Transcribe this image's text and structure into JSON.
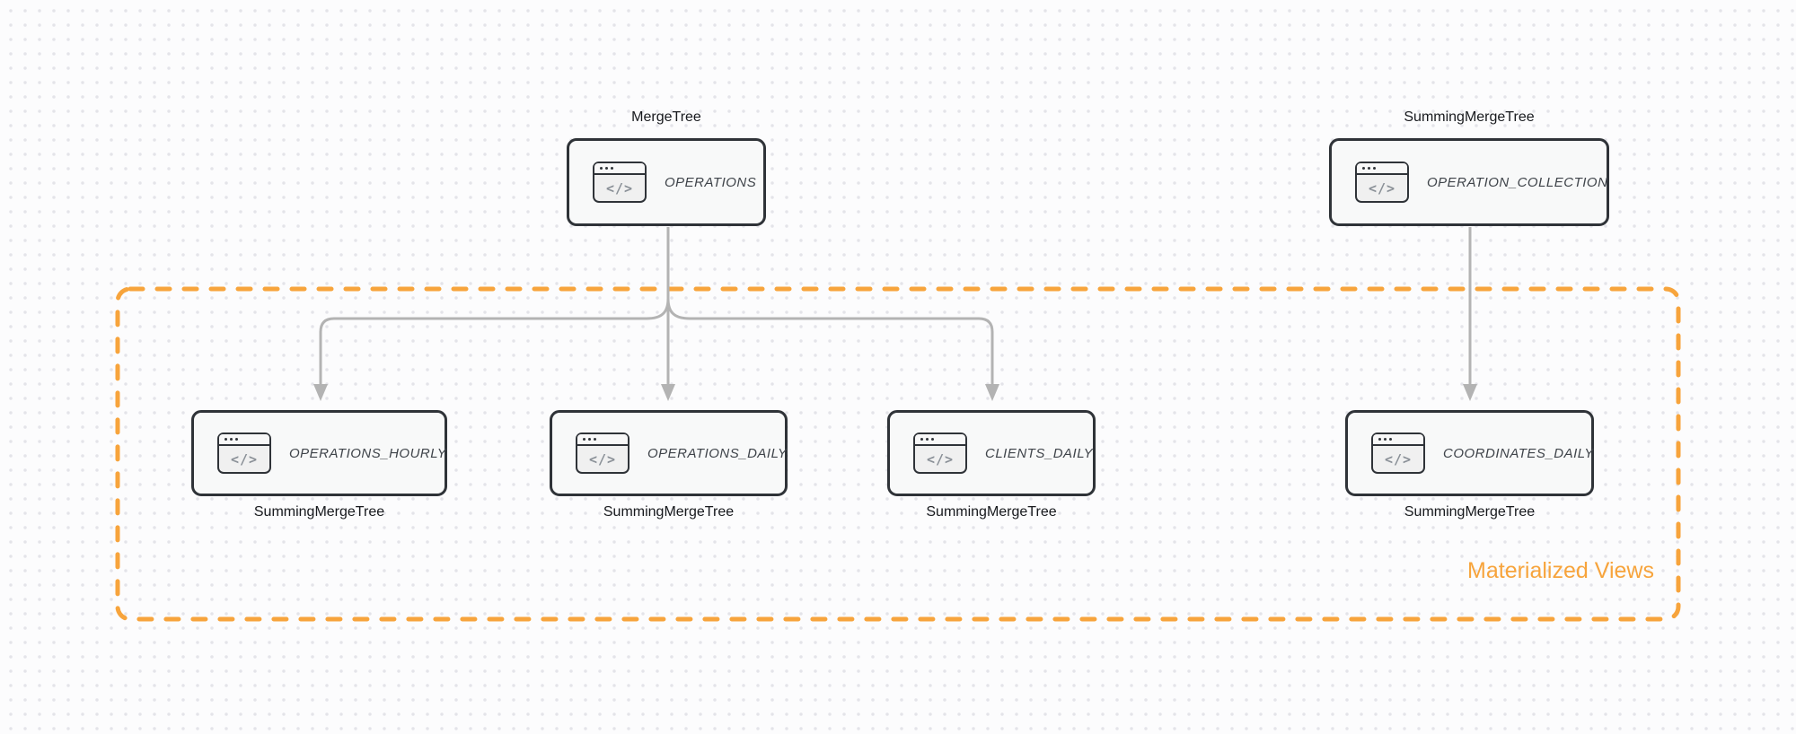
{
  "diagram": {
    "type": "database-schema-flow",
    "group": {
      "label": "Materialized Views"
    }
  },
  "icon": {
    "glyph": "</>"
  },
  "nodes": [
    {
      "id": "operations",
      "title": "OPERATIONS",
      "engine": "MergeTree",
      "engine_label_position": "top"
    },
    {
      "id": "operation_collection",
      "title": "OPERATION_COLLECTION",
      "engine": "SummingMergeTree",
      "engine_label_position": "top"
    },
    {
      "id": "operations_hourly",
      "title": "OPERATIONS_HOURLY",
      "engine": "SummingMergeTree",
      "engine_label_position": "bottom",
      "in_group": true
    },
    {
      "id": "operations_daily",
      "title": "OPERATIONS_DAILY",
      "engine": "SummingMergeTree",
      "engine_label_position": "bottom",
      "in_group": true
    },
    {
      "id": "clients_daily",
      "title": "CLIENTS_DAILY",
      "engine": "SummingMergeTree",
      "engine_label_position": "bottom",
      "in_group": true
    },
    {
      "id": "coordinates_daily",
      "title": "COORDINATES_DAILY",
      "engine": "SummingMergeTree",
      "engine_label_position": "bottom",
      "in_group": true
    }
  ],
  "edges": [
    {
      "from": "operations",
      "to": "operations_hourly"
    },
    {
      "from": "operations",
      "to": "operations_daily"
    },
    {
      "from": "operations",
      "to": "clients_daily"
    },
    {
      "from": "operation_collection",
      "to": "coordinates_daily"
    }
  ],
  "colors": {
    "background": "#FCFCFD",
    "dot": "#E4E4E9",
    "node-border": "#2F3338",
    "node-fill": "#F8F9F9",
    "icon-fill": "#F0F0F0",
    "icon-bar": "#F8F8F8",
    "glyph": "#8A9097",
    "title": "#3F444A",
    "label": "#17191D",
    "arrow": "#B3B3B3",
    "accent": "#F7A43C"
  }
}
